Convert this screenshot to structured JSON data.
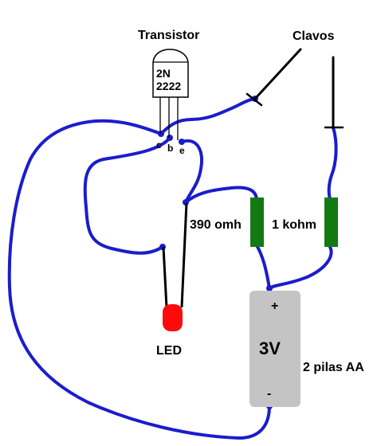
{
  "labels": {
    "transistor": "Transistor",
    "transistor_model_line1": "2N",
    "transistor_model_line2": "2222",
    "pin_c": "c",
    "pin_b": "b",
    "pin_e": "e",
    "clavos": "Clavos",
    "resistor_390": "390 omh",
    "resistor_1k": "1 kohm",
    "led": "LED",
    "battery_voltage": "3V",
    "battery_plus": "+",
    "battery_minus": "-",
    "battery_desc": "2 pilas AA"
  },
  "colors": {
    "wire": "#1c1ccc",
    "resistor": "#137a13",
    "led": "#ff0a0a",
    "battery": "#c4c4c4",
    "lead": "#000000"
  }
}
